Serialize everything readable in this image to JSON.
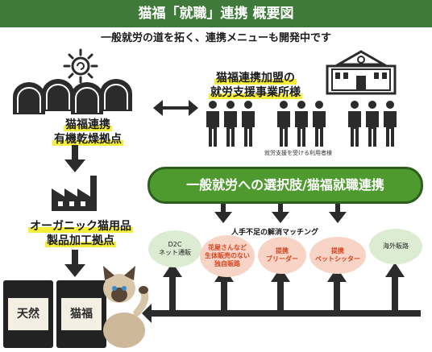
{
  "title": "猫福「就職」連携 概要図",
  "subtitle": "一般就労の道を拓く、連携メニューも開発中です",
  "nodes": {
    "base1": [
      "猫福連携",
      "有機乾燥拠点"
    ],
    "base2": [
      "オーガニック猫用品",
      "製品加工拠点"
    ],
    "partner": [
      "猫福連携加盟の",
      "就労支援事業所様"
    ],
    "caption": "就労支援を受ける利用者様",
    "banner": "一般就労への選択肢/猫福就職連携",
    "matching": "人手不足の解消マッチング"
  },
  "bubbles": [
    {
      "lines": [
        "D2C",
        "ネット通販"
      ],
      "style": "green"
    },
    {
      "lines": [
        "花屋さんなど",
        "生体販売のない",
        "独自販路"
      ],
      "style": "pink"
    },
    {
      "lines": [
        "提携",
        "ブリーダー"
      ],
      "style": "pink"
    },
    {
      "lines": [
        "提携",
        "ペットシッター"
      ],
      "style": "pink"
    },
    {
      "lines": [
        "海外販路"
      ],
      "style": "green"
    }
  ],
  "product_labels": [
    "天然",
    "猫福"
  ],
  "colors": {
    "green": "#3f7a3a",
    "banner": "#4f9a2f",
    "dark": "#2b2b2b",
    "highlight": "#f4ee3a",
    "pink": "#f7d4c6"
  }
}
